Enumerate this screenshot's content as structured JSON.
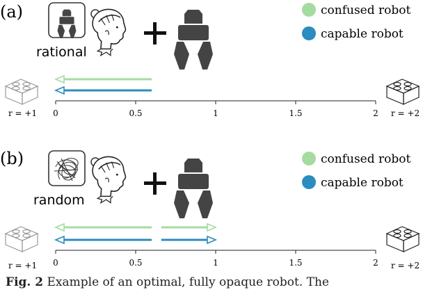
{
  "legend": {
    "items": [
      {
        "label": "confused robot",
        "color": "#a6dba0"
      },
      {
        "label": "capable robot",
        "color": "#2b8cbe"
      }
    ]
  },
  "panels": [
    {
      "tag": "(a)",
      "mode_label": "rational",
      "thought_icon": "gripper-icon",
      "reward_left": "r = +1",
      "reward_right": "r = +2",
      "axis_ticks": [
        "0",
        "0.5",
        "1",
        "1.5",
        "2"
      ],
      "axis_range": [
        0,
        2
      ],
      "arrows": [
        {
          "series": "confused robot",
          "from": 0.6,
          "to": 0,
          "color": "#a6dba0"
        },
        {
          "series": "capable robot",
          "from": 0.6,
          "to": 0,
          "color": "#2b8cbe"
        }
      ]
    },
    {
      "tag": "(b)",
      "mode_label": "random",
      "thought_icon": "scribble-icon",
      "reward_left": "r = +1",
      "reward_right": "r = +2",
      "axis_ticks": [
        "0",
        "0.5",
        "1",
        "1.5",
        "2"
      ],
      "axis_range": [
        0,
        2
      ],
      "arrows": [
        {
          "series": "confused robot",
          "from": 0.6,
          "to": 0,
          "color": "#a6dba0"
        },
        {
          "series": "confused robot",
          "from": 0.66,
          "to": 1,
          "color": "#a6dba0"
        },
        {
          "series": "capable robot",
          "from": 0.6,
          "to": 0,
          "color": "#2b8cbe"
        },
        {
          "series": "capable robot",
          "from": 0.66,
          "to": 1,
          "color": "#2b8cbe"
        }
      ]
    }
  ],
  "caption": {
    "prefix": "Fig. 2",
    "text": "Example of an optimal, fully opaque robot. The"
  },
  "icons": [
    "lego-brick-icon",
    "human-head-icon",
    "robot-gripper-icon",
    "plus-icon",
    "thought-bubble-icon"
  ]
}
